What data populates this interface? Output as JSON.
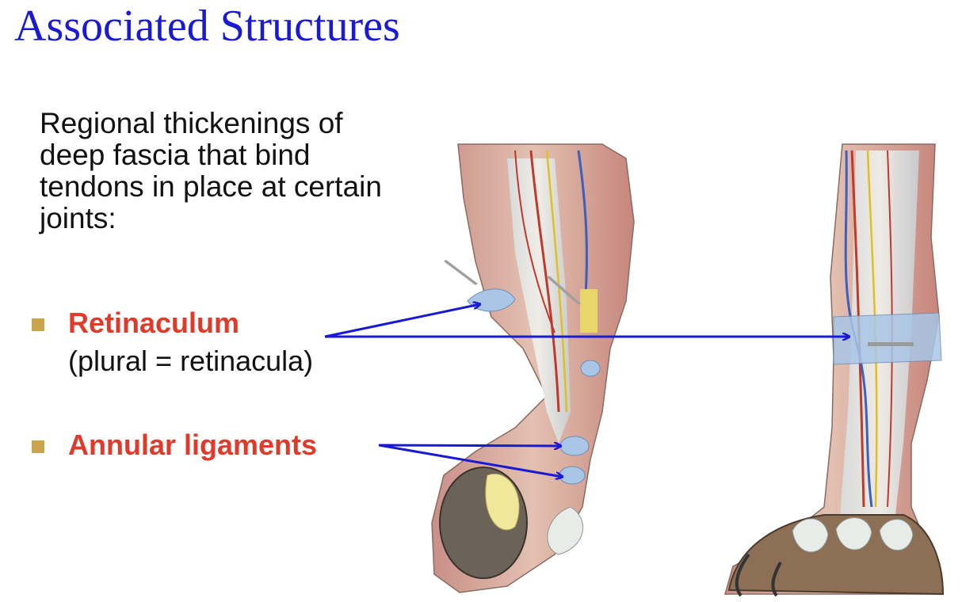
{
  "slide": {
    "title": "Associated Structures",
    "intro": "Regional thickenings of deep fascia that bind tendons in place at certain joints:",
    "bullets": [
      {
        "term": "Retinaculum",
        "sub": "(plural = retinacula)"
      },
      {
        "term": "Annular ligaments"
      }
    ]
  },
  "colors": {
    "title": "#1a1ad6",
    "term": "#e03a2a",
    "bullet": "#c9a44c",
    "arrow": "#1a1ad6",
    "ligament": "#a9c6e6"
  },
  "icons": [
    "leg-illustration-flexed",
    "leg-illustration-extended",
    "pointer-arrow"
  ]
}
